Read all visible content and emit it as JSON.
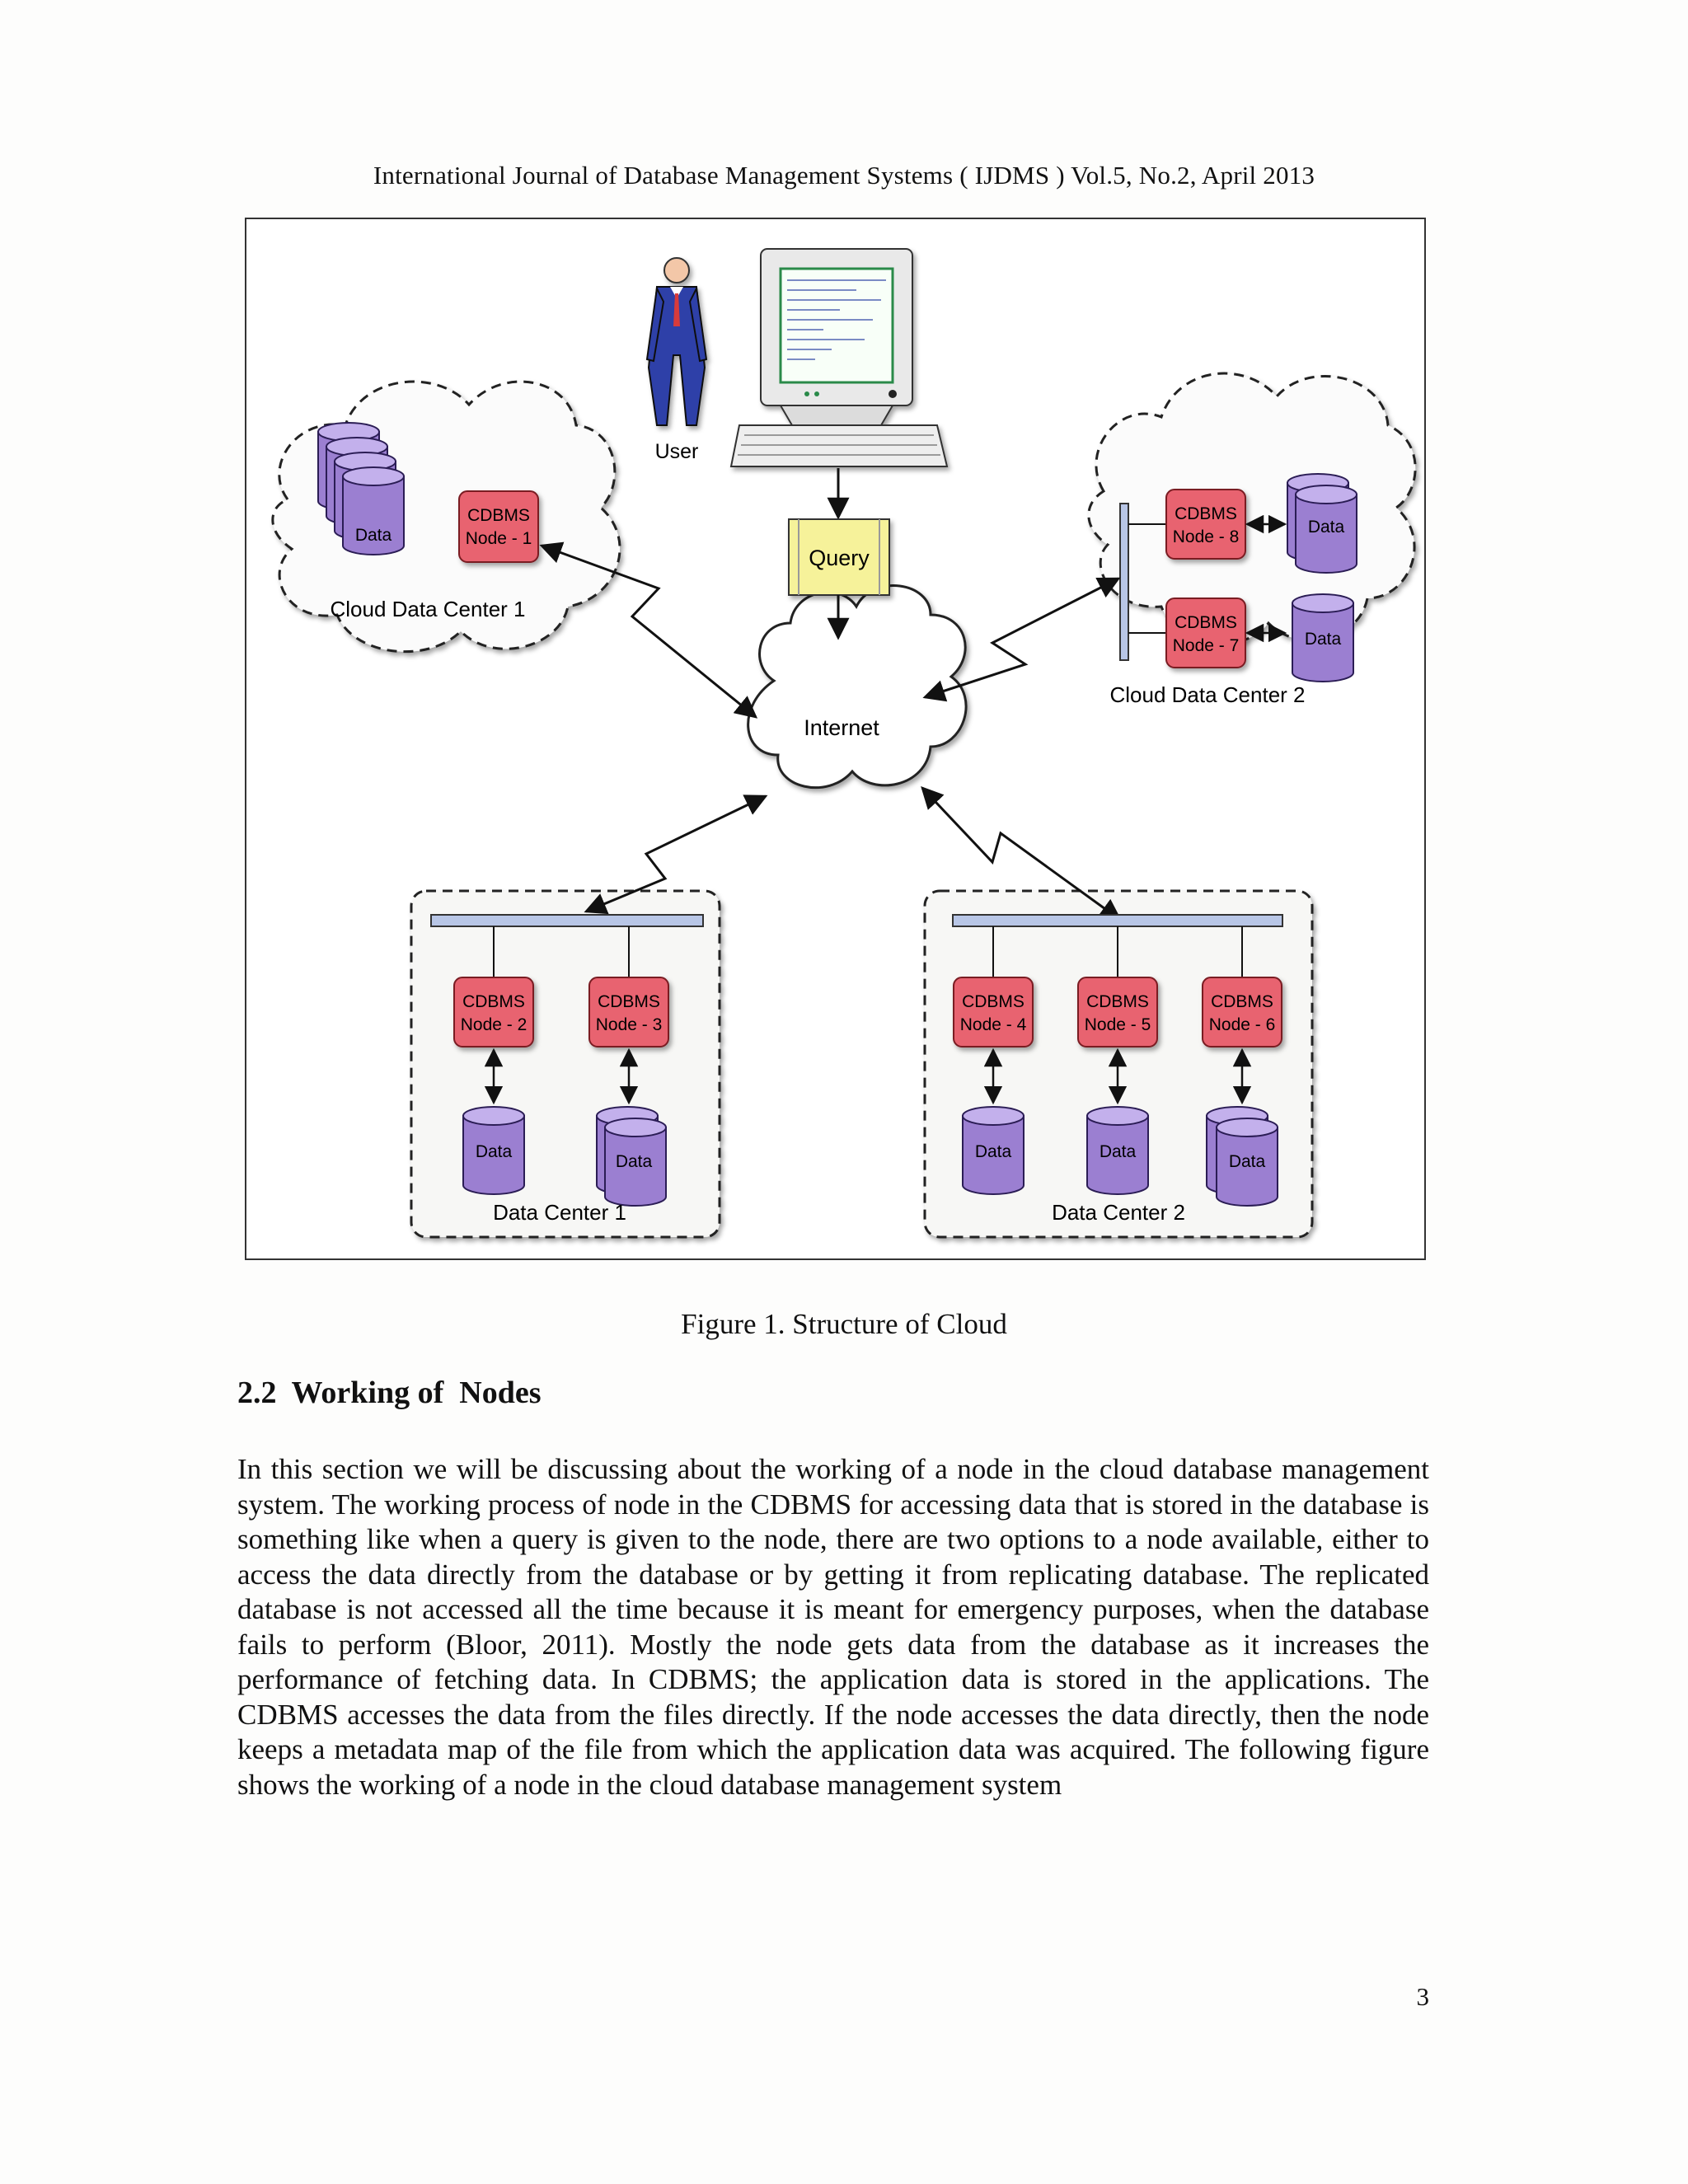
{
  "header": {
    "running_title": "International Journal of Database Management Systems ( IJDMS ) Vol.5, No.2, April 2013"
  },
  "figure": {
    "caption": "Figure 1. Structure of Cloud",
    "user_label": "User",
    "query_label": "Query",
    "internet_label": "Internet",
    "cdbms": "CDBMS",
    "data_label": "Data",
    "nodes": [
      "Node - 1",
      "Node - 2",
      "Node - 3",
      "Node - 4",
      "Node - 5",
      "Node - 6",
      "Node - 7",
      "Node - 8"
    ],
    "cloud_dc1": "Cloud Data Center 1",
    "cloud_dc2": "Cloud Data Center 2",
    "dc1": "Data Center 1",
    "dc2": "Data Center 2",
    "colors": {
      "node_fill": "#e8646f",
      "data_fill": "#9b7fd1",
      "query_fill": "#f6f29a",
      "bus_fill": "#b8c6e6"
    }
  },
  "section": {
    "number": "2.2",
    "title": "Working of  Nodes"
  },
  "body": {
    "paragraph": "In this section we will be discussing about the working of a node in the cloud database management system. The working process of node in the CDBMS for accessing data that is stored in the database is something like when a query is given to the node, there are two options to a node available, either to access the data directly from the database or by getting it from replicating database. The replicated database is not accessed all the time because it is meant for emergency purposes, when the database fails to perform (Bloor, 2011). Mostly the node gets data from the database as it increases the performance of fetching data. In CDBMS; the application data is stored in the applications. The CDBMS accesses the data from the files directly. If the node accesses the data directly, then the node keeps a metadata map of the file from which the application data was acquired. The following figure shows the working of a node in the cloud database management system"
  },
  "page_number": "3"
}
